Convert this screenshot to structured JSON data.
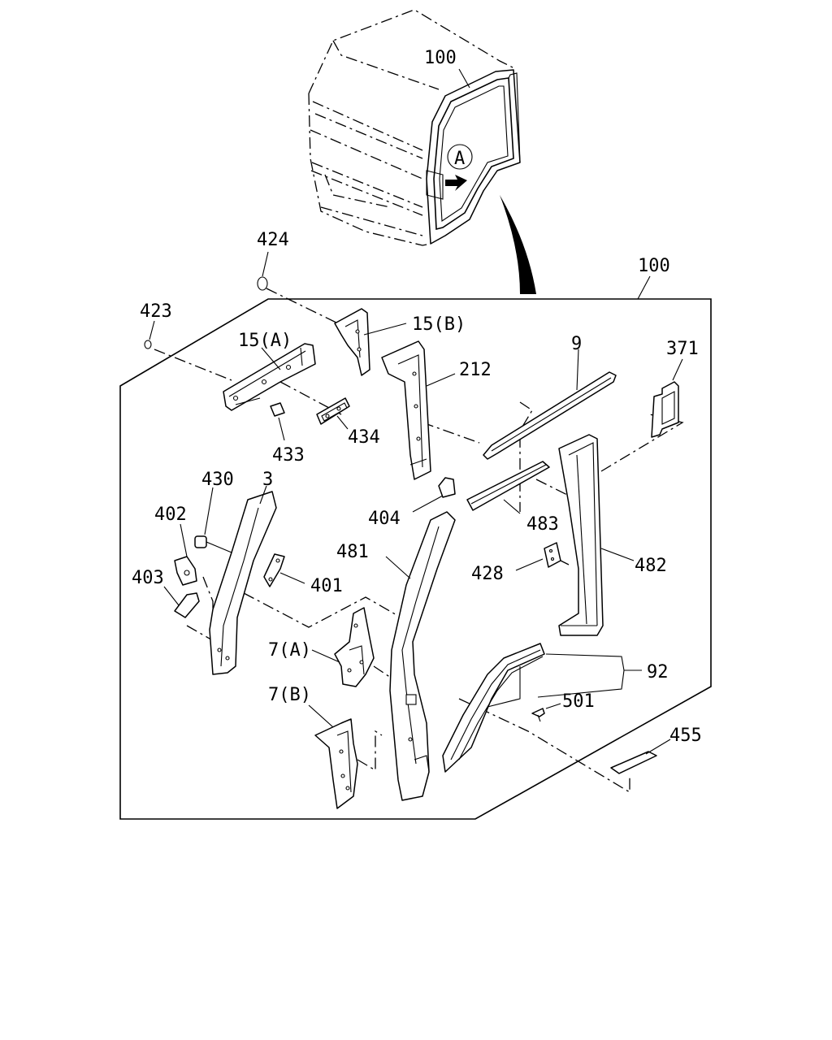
{
  "diagram": {
    "callouts": {
      "cab_label": "100",
      "view_marker": "A",
      "box_label": "100",
      "p424": "424",
      "p423": "423",
      "p15a": "15(A)",
      "p15b": "15(B)",
      "p212": "212",
      "p9": "9",
      "p371": "371",
      "p433": "433",
      "p434": "434",
      "p430": "430",
      "p3": "3",
      "p402": "402",
      "p403": "403",
      "p401": "401",
      "p404": "404",
      "p483": "483",
      "p481": "481",
      "p428": "428",
      "p482": "482",
      "p7a": "7(A)",
      "p7b": "7(B)",
      "p92": "92",
      "p501": "501",
      "p455": "455"
    }
  }
}
